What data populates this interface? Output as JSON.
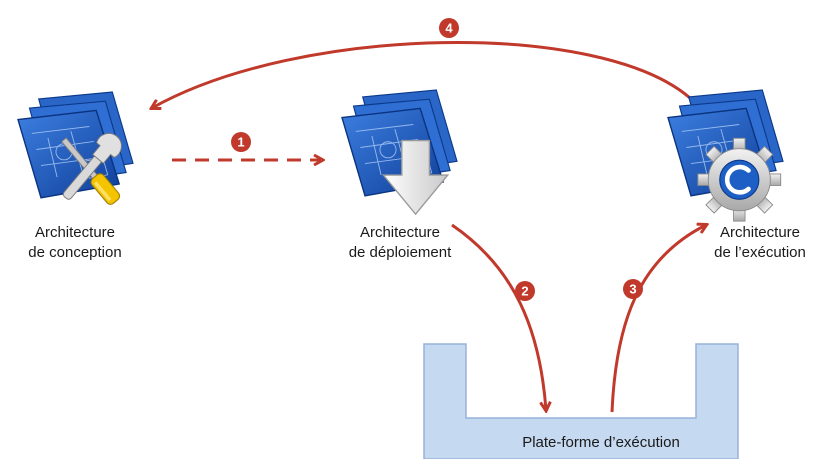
{
  "nodes": {
    "conception": {
      "line1": "Architecture",
      "line2": "de conception"
    },
    "deploiement": {
      "line1": "Architecture",
      "line2": "de déploiement"
    },
    "execution": {
      "line1": "Architecture",
      "line2": "de l’exécution"
    }
  },
  "platform": {
    "label": "Plate-forme d’exécution"
  },
  "steps": [
    "1",
    "2",
    "3",
    "4"
  ],
  "icons": {
    "conception": "blueprint-wrench-screwdriver-icon",
    "deploiement": "blueprint-download-arrow-icon",
    "execution": "blueprint-gear-icon"
  },
  "colors": {
    "arrow": "#c0392b",
    "platform_fill": "#c5d9f1",
    "platform_stroke": "#95b3d7",
    "blueprint": "#1f5fbf"
  }
}
